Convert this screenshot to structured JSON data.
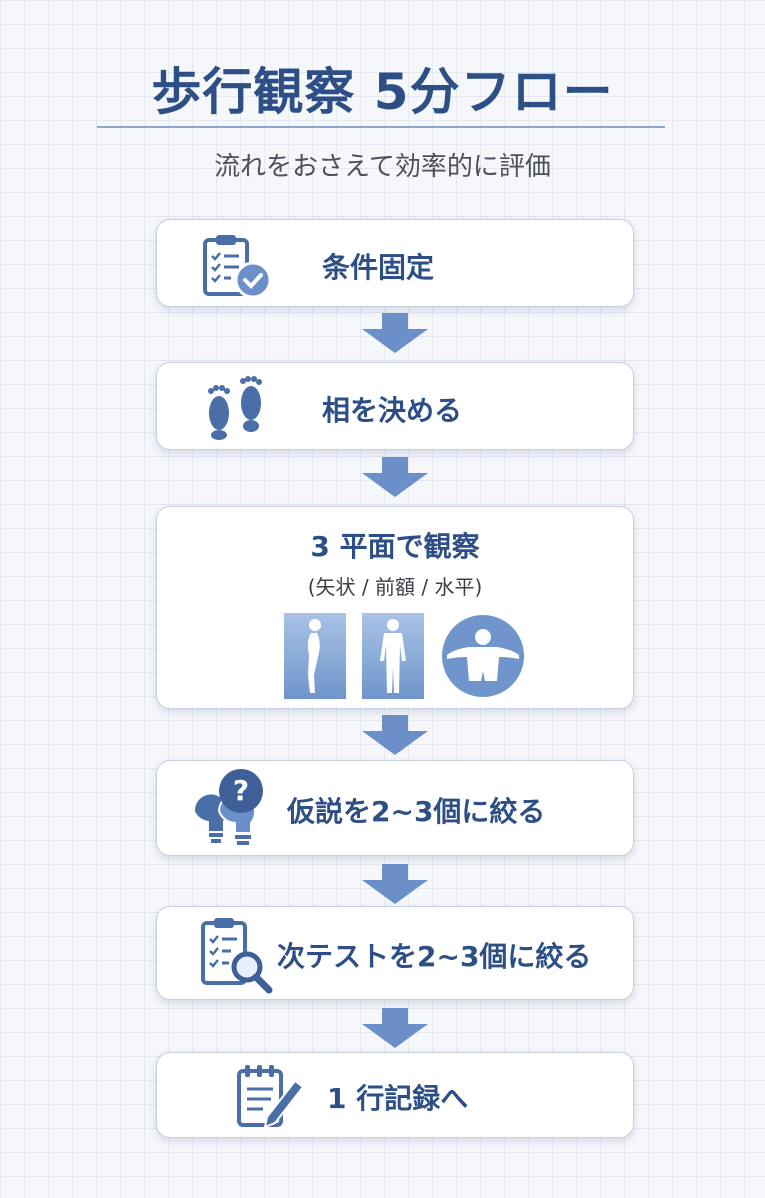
{
  "header": {
    "title": "歩行観察 5分フロー",
    "subtitle": "流れをおさえて効率的に評価"
  },
  "steps": [
    {
      "label": "条件固定",
      "icon": "clipboard-check-icon"
    },
    {
      "label": "相を決める",
      "icon": "footprints-icon"
    },
    {
      "label": "3 平面で観察",
      "sublabel": "(矢状 / 前額 / 水平)",
      "icon": "body-planes-figures"
    },
    {
      "label": "仮説を2~3個に絞る",
      "icon": "lightbulb-question-icon"
    },
    {
      "label": "次テストを2~3個に絞る",
      "icon": "checklist-magnifier-icon"
    },
    {
      "label": "1 行記録へ",
      "icon": "notepad-pencil-icon"
    }
  ],
  "colors": {
    "title": "#2e4f86",
    "arrow": "#6b8fc9",
    "icon": "#4a6ea8",
    "card_border": "#c5d0e2"
  }
}
